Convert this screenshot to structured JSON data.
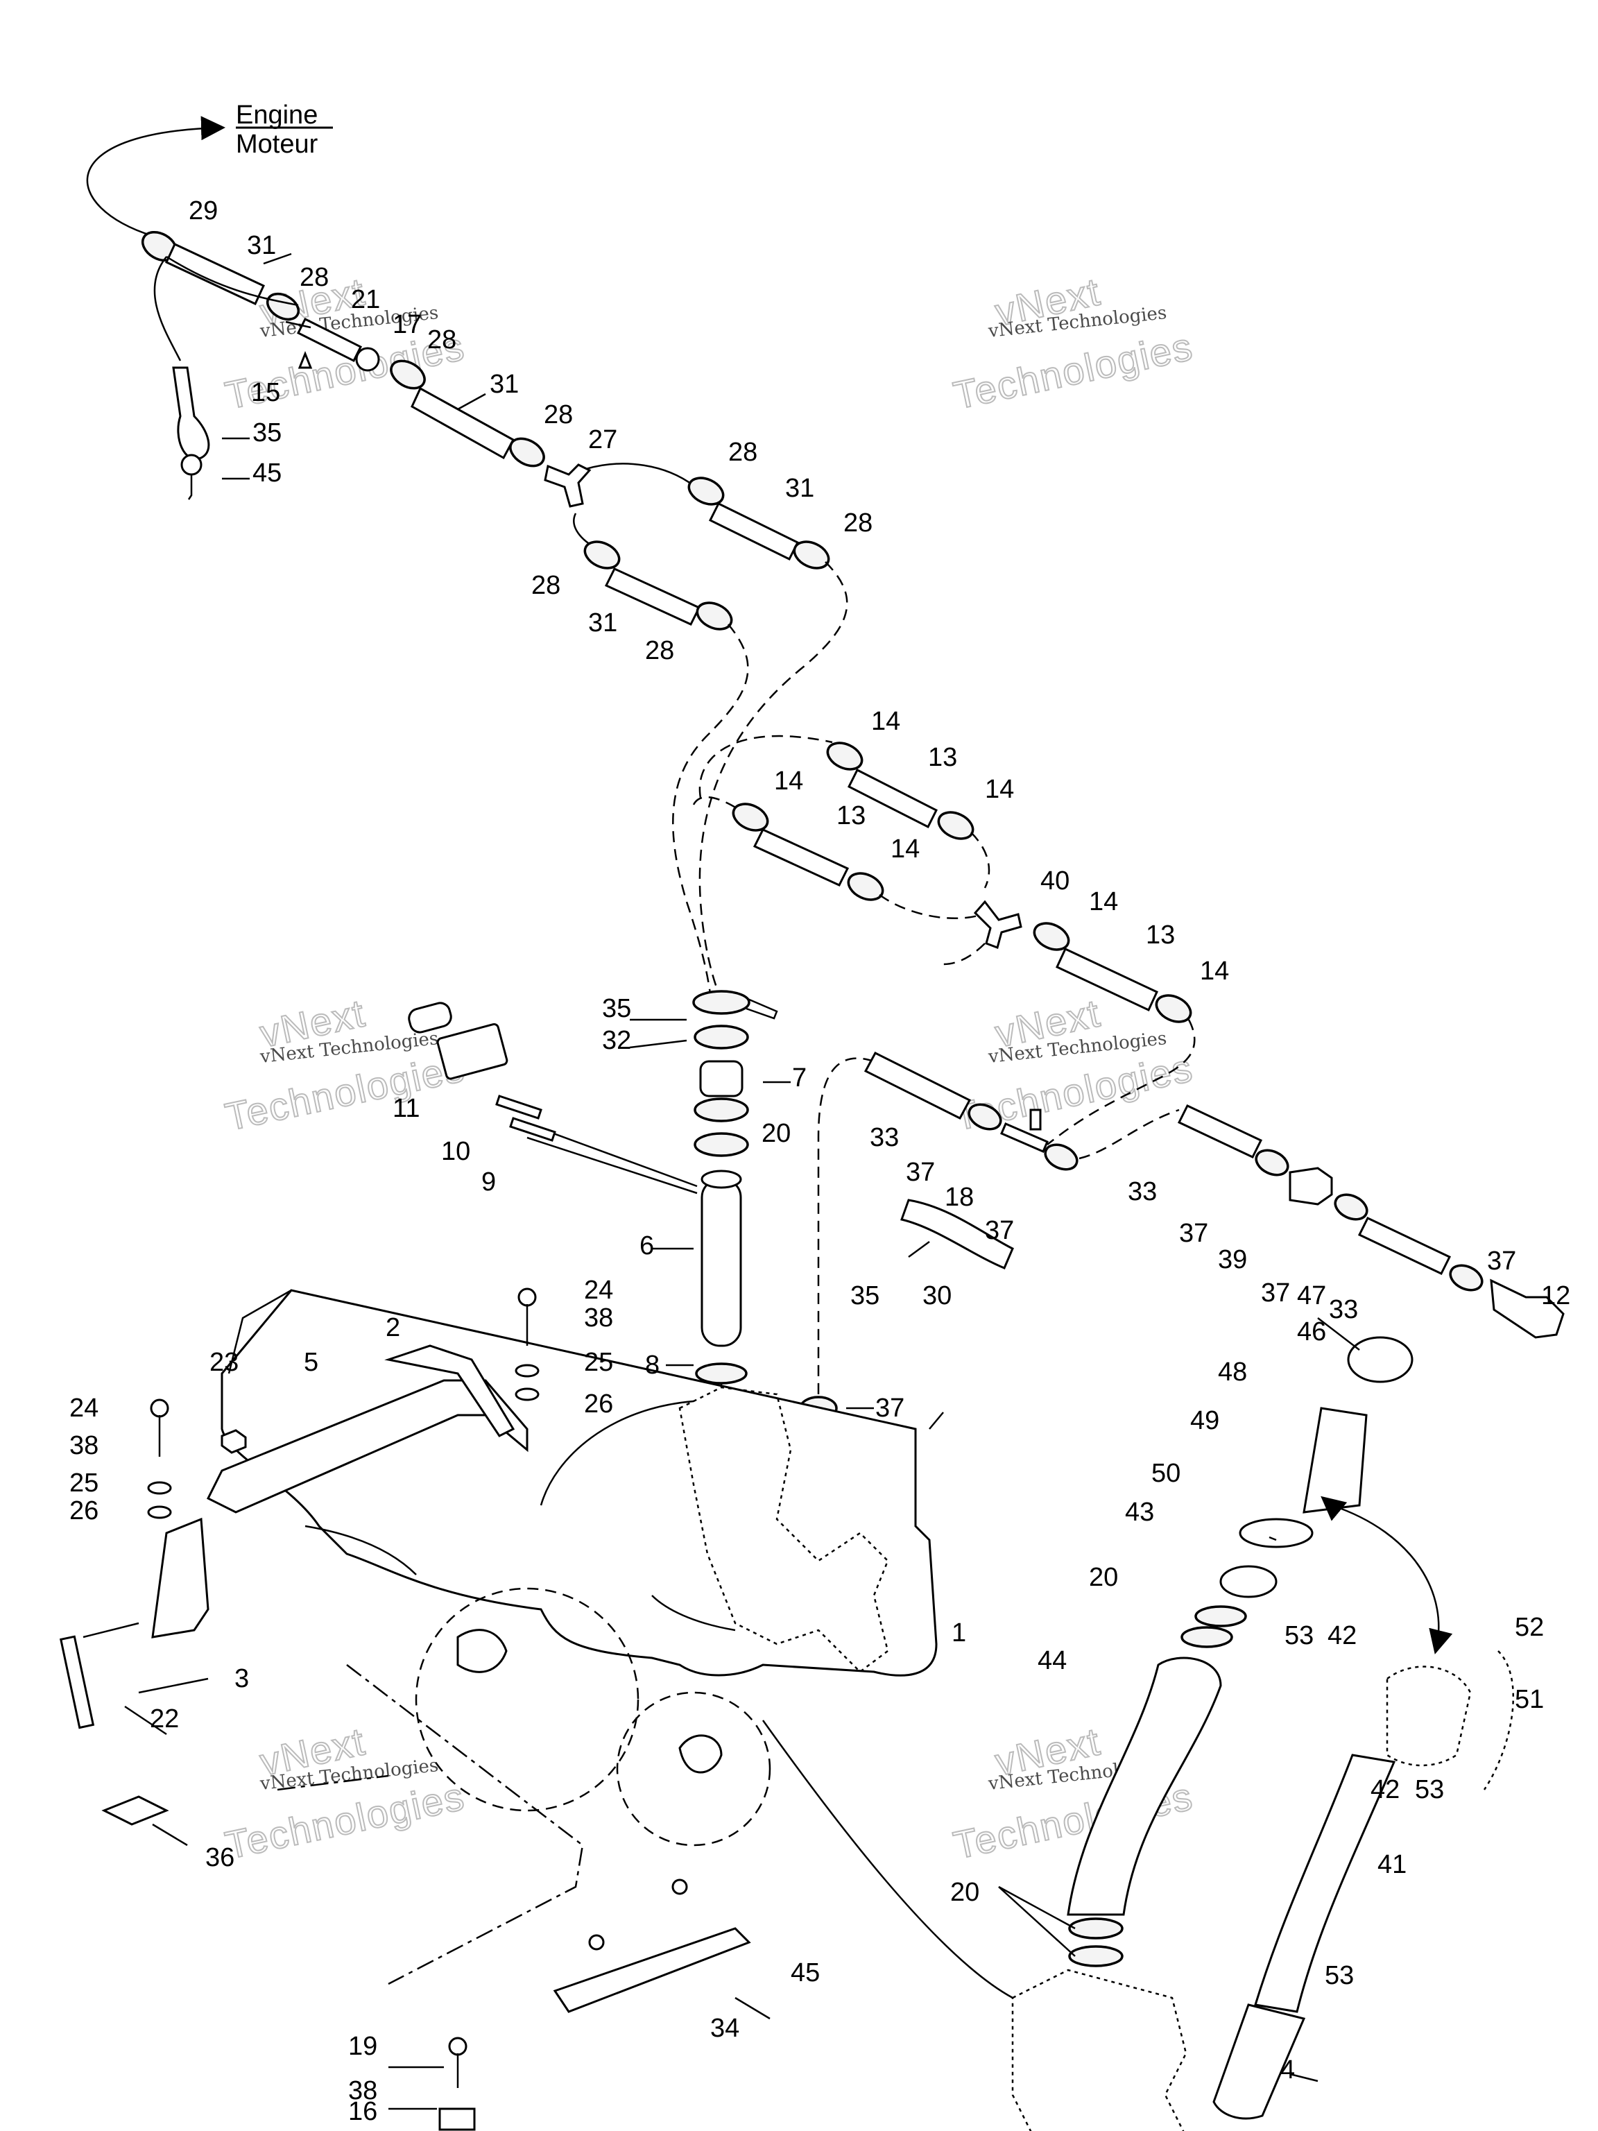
{
  "header": {
    "line1": "Engine",
    "line2": "Moteur"
  },
  "watermark": {
    "line1": "vNext Technologies",
    "line2": "Technologies",
    "logo": "vNext"
  },
  "callouts": [
    "29",
    "31",
    "28",
    "21",
    "17",
    "28",
    "15",
    "35",
    "45",
    "31",
    "28",
    "27",
    "28",
    "31",
    "28",
    "28",
    "31",
    "28",
    "14",
    "13",
    "14",
    "14",
    "13",
    "14",
    "40",
    "14",
    "13",
    "14",
    "35",
    "32",
    "7",
    "20",
    "11",
    "10",
    "9",
    "33",
    "37",
    "18",
    "37",
    "33",
    "37",
    "39",
    "37",
    "33",
    "37",
    "12",
    "35",
    "30",
    "6",
    "24",
    "38",
    "25",
    "26",
    "2",
    "5",
    "23",
    "24",
    "38",
    "25",
    "26",
    "8",
    "37",
    "47",
    "46",
    "48",
    "49",
    "50",
    "43",
    "20",
    "44",
    "1",
    "3",
    "22",
    "53",
    "42",
    "52",
    "51",
    "42",
    "53",
    "41",
    "53",
    "4",
    "36",
    "20",
    "19",
    "38",
    "16",
    "45",
    "34"
  ]
}
